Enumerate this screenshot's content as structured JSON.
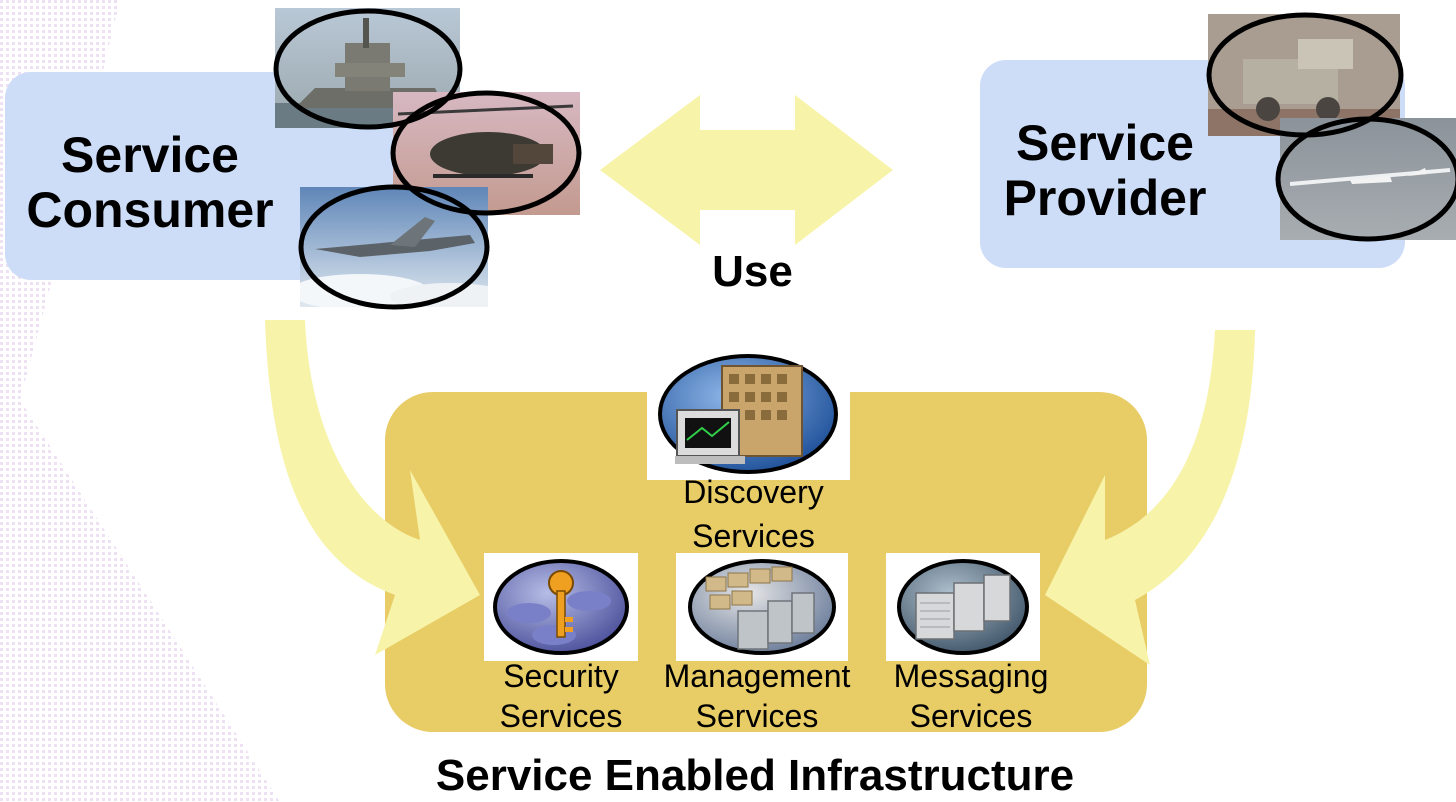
{
  "consumer": {
    "line1": "Service",
    "line2": "Consumer"
  },
  "provider": {
    "line1": "Service",
    "line2": "Provider"
  },
  "relation_label": "Use",
  "infrastructure_title": "Service Enabled Infrastructure",
  "services": {
    "discovery": {
      "line1": "Discovery",
      "line2": "Services"
    },
    "security": {
      "line1": "Security",
      "line2": "Services"
    },
    "management": {
      "line1": "Management",
      "line2": "Services"
    },
    "messaging": {
      "line1": "Messaging",
      "line2": "Services"
    }
  },
  "colors": {
    "consumer_box": "#cddcf7",
    "provider_box": "#cddcf7",
    "infrastructure_box": "#e8cc66",
    "arrow": "#f7f3a8",
    "ring": "#000000"
  },
  "icons": {
    "consumer_photos": [
      "warship-photo",
      "helicopter-photo",
      "fighter-jet-photo"
    ],
    "provider_photos": [
      "military-truck-photo",
      "uav-drone-photo"
    ],
    "service_icons": [
      "server-building-icon",
      "key-database-icon",
      "server-rack-icon",
      "messaging-server-icon"
    ]
  }
}
